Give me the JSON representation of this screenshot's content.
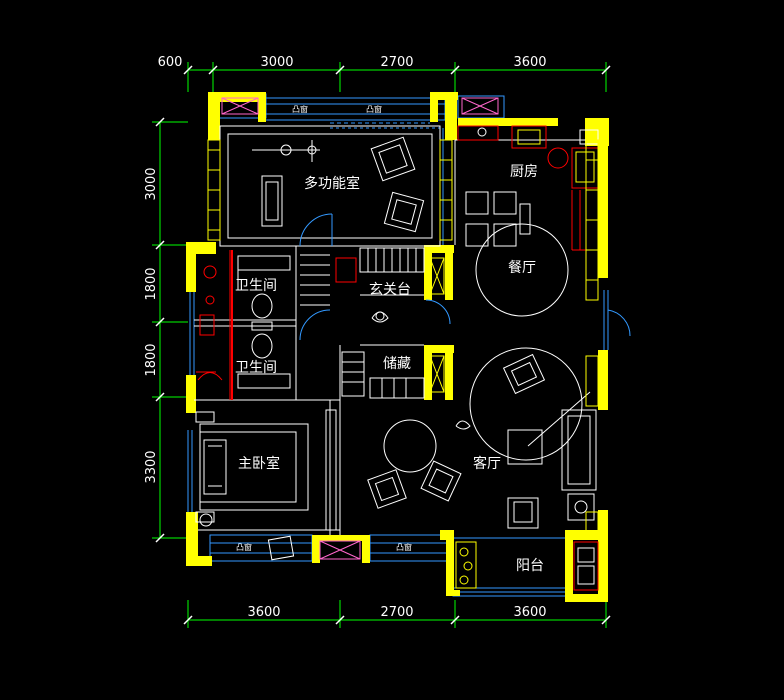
{
  "dimensions": {
    "top": [
      "600",
      "3000",
      "2700",
      "3600"
    ],
    "bottom": [
      "3600",
      "2700",
      "3600"
    ],
    "left": [
      "3000",
      "1800",
      "1800",
      "3300"
    ]
  },
  "rooms": {
    "multi_function": "多功能室",
    "kitchen": "厨房",
    "dining": "餐厅",
    "bathroom_upper": "卫生间",
    "bathroom_lower": "卫生间",
    "entry_cabinet": "玄关台",
    "storage": "储藏",
    "master_bedroom": "主卧室",
    "living": "客厅",
    "balcony": "阳台"
  },
  "window_labels": {
    "top_left": "凸窗",
    "top_right": "凸窗",
    "bottom_left": "凸窗",
    "bottom_right": "凸窗"
  },
  "colors": {
    "background": "#000000",
    "wall": "#ffff00",
    "dimension_line": "#00ff00",
    "window": "#3399ff",
    "fixture": "#ffffff",
    "accent": "#ff0000",
    "furniture_pink": "#ff66cc"
  }
}
